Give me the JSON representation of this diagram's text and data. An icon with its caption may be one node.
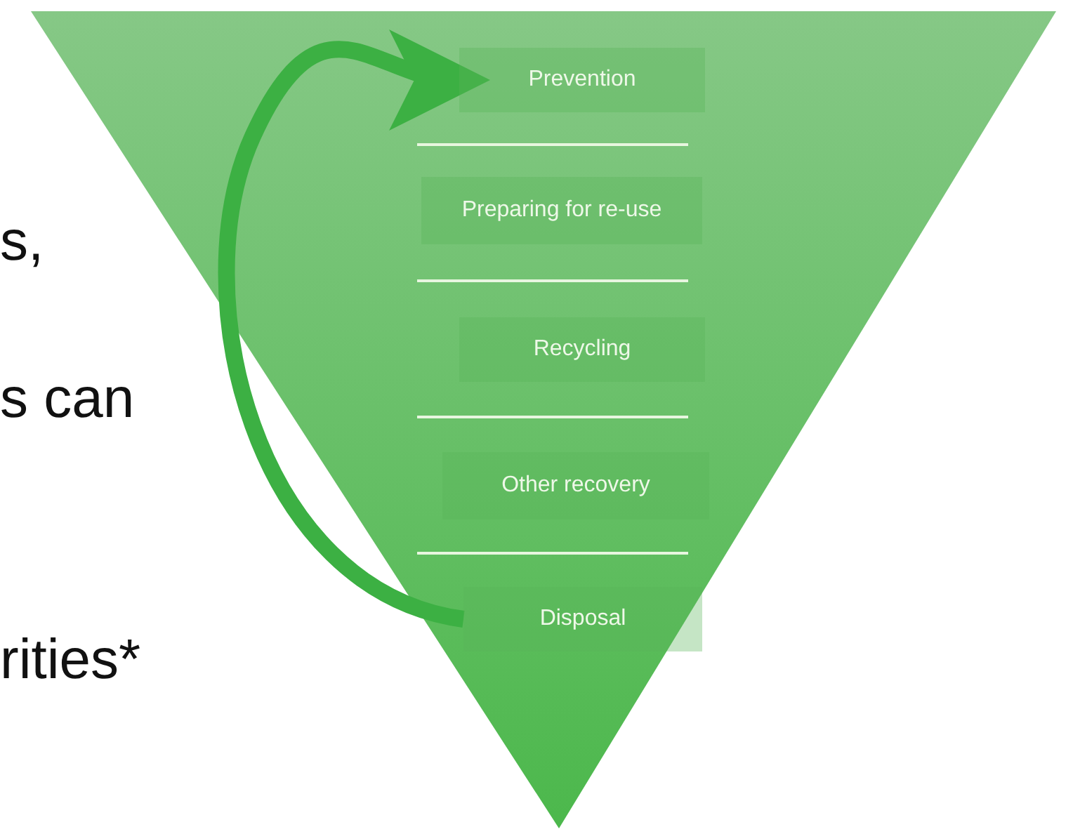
{
  "diagram": {
    "nodes": [
      {
        "text": [
          "Prevention"
        ]
      },
      {
        "text": [
          "Preparing for re-use"
        ]
      },
      {
        "text": [
          "Recycling"
        ]
      },
      {
        "text": [
          "Other recovery"
        ]
      },
      {
        "text": [
          "Disposal"
        ]
      }
    ],
    "edges": [
      {
        "from": 4,
        "to": 0,
        "arrow": "to"
      }
    ],
    "labels": [
      "s,",
      "s can",
      "rities*"
    ]
  }
}
